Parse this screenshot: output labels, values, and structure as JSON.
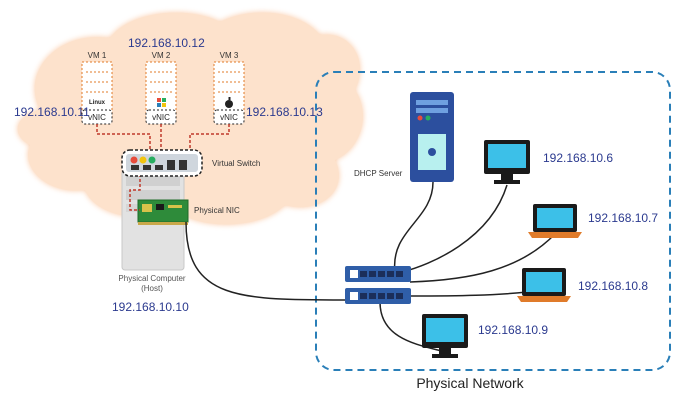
{
  "colors": {
    "cloud_fill": "#fde2cc",
    "cloud_stroke": "#f7a060",
    "network_border": "#2a7fb8",
    "ip_text": "#2b3a8f",
    "virtual_link": "#c0392b",
    "physical_link": "#222222",
    "switch_blue": "#2f5ea8",
    "screen_blue": "#3cc0e8",
    "laptop_orange": "#e07b2a"
  },
  "icons": [
    "server-icon",
    "laptop-icon",
    "monitor-icon",
    "network-switch-icon",
    "network-card-icon",
    "linux-icon",
    "windows-icon",
    "apple-icon"
  ],
  "virtual": {
    "vms": [
      {
        "label": "VM 1",
        "os_text": "Linux",
        "nic": "vNIC",
        "ip": "192.168.10.11"
      },
      {
        "label": "VM 2",
        "os_text": "",
        "nic": "vNIC",
        "ip": "192.168.10.12"
      },
      {
        "label": "VM 3",
        "os_text": "",
        "nic": "vNIC",
        "ip": "192.168.10.13"
      }
    ],
    "virtual_switch_label": "Virtual Switch",
    "physical_nic_label": "Physical NIC",
    "host_label_1": "Physical Computer",
    "host_label_2": "(Host)",
    "host_ip": "192.168.10.10"
  },
  "network": {
    "title": "Physical Network",
    "dhcp_label": "DHCP Server",
    "clients": [
      {
        "type": "monitor",
        "ip": "192.168.10.6"
      },
      {
        "type": "laptop",
        "ip": "192.168.10.7"
      },
      {
        "type": "laptop",
        "ip": "192.168.10.8"
      },
      {
        "type": "monitor",
        "ip": "192.168.10.9"
      }
    ]
  }
}
